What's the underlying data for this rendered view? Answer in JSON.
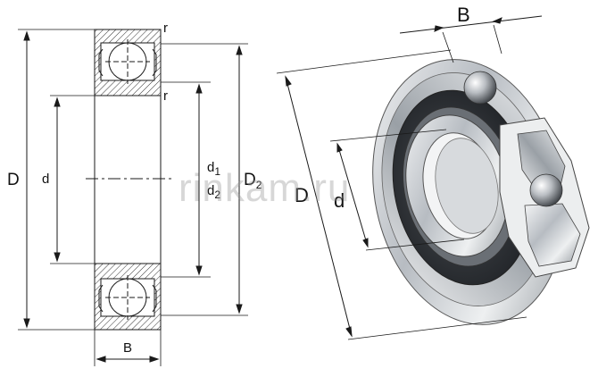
{
  "labels": {
    "D_left": "D",
    "d_left": "d",
    "B_bottom": "B",
    "r_top": "r",
    "r_mid": "r",
    "d1_base": "d",
    "d1_sub": "1",
    "d2_base": "d",
    "d2_sub": "2",
    "D2_base": "D",
    "D2_sub": "2",
    "B_top": "B",
    "D_right": "D",
    "d_right": "d"
  },
  "watermark": "rinkam.ru",
  "colors": {
    "line": "#1a1a1a",
    "hatch": "#333333",
    "ball": "#9aa0a6",
    "steel": "#b8bec4",
    "seal": "#2c2f33"
  }
}
